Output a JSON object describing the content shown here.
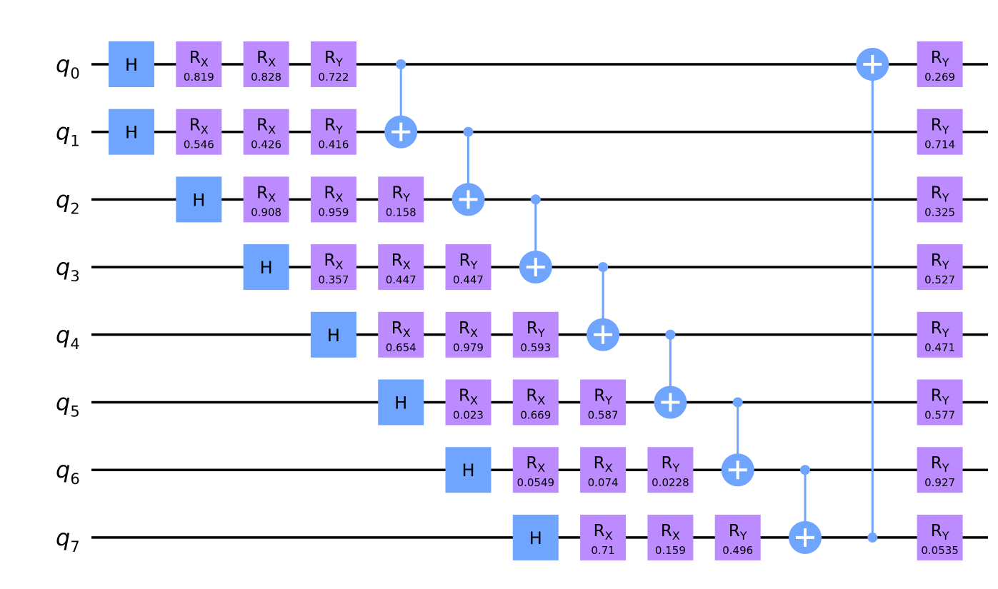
{
  "colors": {
    "h_gate": "#6fa4ff",
    "rot_gate": "#bb8bff",
    "cnot": "#6fa4ff",
    "wire": "#000000",
    "background": "#ffffff"
  },
  "qubits": [
    {
      "letter": "q",
      "index": "0"
    },
    {
      "letter": "q",
      "index": "1"
    },
    {
      "letter": "q",
      "index": "2"
    },
    {
      "letter": "q",
      "index": "3"
    },
    {
      "letter": "q",
      "index": "4"
    },
    {
      "letter": "q",
      "index": "5"
    },
    {
      "letter": "q",
      "index": "6"
    },
    {
      "letter": "q",
      "index": "7"
    }
  ],
  "gates": [
    {
      "type": "H",
      "label": "H",
      "qubit": 0,
      "column": 0
    },
    {
      "type": "R",
      "base": "R",
      "axis": "X",
      "param": "0.819",
      "qubit": 0,
      "column": 1
    },
    {
      "type": "R",
      "base": "R",
      "axis": "X",
      "param": "0.828",
      "qubit": 0,
      "column": 2
    },
    {
      "type": "R",
      "base": "R",
      "axis": "Y",
      "param": "0.722",
      "qubit": 0,
      "column": 3
    },
    {
      "type": "R",
      "base": "R",
      "axis": "Y",
      "param": "0.269",
      "qubit": 0,
      "column": 12
    },
    {
      "type": "H",
      "label": "H",
      "qubit": 1,
      "column": 0
    },
    {
      "type": "R",
      "base": "R",
      "axis": "X",
      "param": "0.546",
      "qubit": 1,
      "column": 1
    },
    {
      "type": "R",
      "base": "R",
      "axis": "X",
      "param": "0.426",
      "qubit": 1,
      "column": 2
    },
    {
      "type": "R",
      "base": "R",
      "axis": "Y",
      "param": "0.416",
      "qubit": 1,
      "column": 3
    },
    {
      "type": "R",
      "base": "R",
      "axis": "Y",
      "param": "0.714",
      "qubit": 1,
      "column": 12
    },
    {
      "type": "H",
      "label": "H",
      "qubit": 2,
      "column": 1
    },
    {
      "type": "R",
      "base": "R",
      "axis": "X",
      "param": "0.908",
      "qubit": 2,
      "column": 2
    },
    {
      "type": "R",
      "base": "R",
      "axis": "X",
      "param": "0.959",
      "qubit": 2,
      "column": 3
    },
    {
      "type": "R",
      "base": "R",
      "axis": "Y",
      "param": "0.158",
      "qubit": 2,
      "column": 4
    },
    {
      "type": "R",
      "base": "R",
      "axis": "Y",
      "param": "0.325",
      "qubit": 2,
      "column": 12
    },
    {
      "type": "H",
      "label": "H",
      "qubit": 3,
      "column": 2
    },
    {
      "type": "R",
      "base": "R",
      "axis": "X",
      "param": "0.357",
      "qubit": 3,
      "column": 3
    },
    {
      "type": "R",
      "base": "R",
      "axis": "X",
      "param": "0.447",
      "qubit": 3,
      "column": 4
    },
    {
      "type": "R",
      "base": "R",
      "axis": "Y",
      "param": "0.447",
      "qubit": 3,
      "column": 5
    },
    {
      "type": "R",
      "base": "R",
      "axis": "Y",
      "param": "0.527",
      "qubit": 3,
      "column": 12
    },
    {
      "type": "H",
      "label": "H",
      "qubit": 4,
      "column": 3
    },
    {
      "type": "R",
      "base": "R",
      "axis": "X",
      "param": "0.654",
      "qubit": 4,
      "column": 4
    },
    {
      "type": "R",
      "base": "R",
      "axis": "X",
      "param": "0.979",
      "qubit": 4,
      "column": 5
    },
    {
      "type": "R",
      "base": "R",
      "axis": "Y",
      "param": "0.593",
      "qubit": 4,
      "column": 6
    },
    {
      "type": "R",
      "base": "R",
      "axis": "Y",
      "param": "0.471",
      "qubit": 4,
      "column": 12
    },
    {
      "type": "H",
      "label": "H",
      "qubit": 5,
      "column": 4
    },
    {
      "type": "R",
      "base": "R",
      "axis": "X",
      "param": "0.023",
      "qubit": 5,
      "column": 5
    },
    {
      "type": "R",
      "base": "R",
      "axis": "X",
      "param": "0.669",
      "qubit": 5,
      "column": 6
    },
    {
      "type": "R",
      "base": "R",
      "axis": "Y",
      "param": "0.587",
      "qubit": 5,
      "column": 7
    },
    {
      "type": "R",
      "base": "R",
      "axis": "Y",
      "param": "0.577",
      "qubit": 5,
      "column": 12
    },
    {
      "type": "H",
      "label": "H",
      "qubit": 6,
      "column": 5
    },
    {
      "type": "R",
      "base": "R",
      "axis": "X",
      "param": "0.0549",
      "qubit": 6,
      "column": 6
    },
    {
      "type": "R",
      "base": "R",
      "axis": "X",
      "param": "0.074",
      "qubit": 6,
      "column": 7
    },
    {
      "type": "R",
      "base": "R",
      "axis": "Y",
      "param": "0.0228",
      "qubit": 6,
      "column": 8
    },
    {
      "type": "R",
      "base": "R",
      "axis": "Y",
      "param": "0.927",
      "qubit": 6,
      "column": 12
    },
    {
      "type": "H",
      "label": "H",
      "qubit": 7,
      "column": 6
    },
    {
      "type": "R",
      "base": "R",
      "axis": "X",
      "param": "0.71",
      "qubit": 7,
      "column": 7
    },
    {
      "type": "R",
      "base": "R",
      "axis": "X",
      "param": "0.159",
      "qubit": 7,
      "column": 8
    },
    {
      "type": "R",
      "base": "R",
      "axis": "Y",
      "param": "0.496",
      "qubit": 7,
      "column": 9
    },
    {
      "type": "R",
      "base": "R",
      "axis": "Y",
      "param": "0.0535",
      "qubit": 7,
      "column": 12
    }
  ],
  "cnots": [
    {
      "control": 0,
      "target": 1,
      "column": 4
    },
    {
      "control": 1,
      "target": 2,
      "column": 5
    },
    {
      "control": 2,
      "target": 3,
      "column": 6
    },
    {
      "control": 3,
      "target": 4,
      "column": 7
    },
    {
      "control": 4,
      "target": 5,
      "column": 8
    },
    {
      "control": 5,
      "target": 6,
      "column": 9
    },
    {
      "control": 6,
      "target": 7,
      "column": 10
    },
    {
      "control": 7,
      "target": 0,
      "column": 11
    }
  ]
}
